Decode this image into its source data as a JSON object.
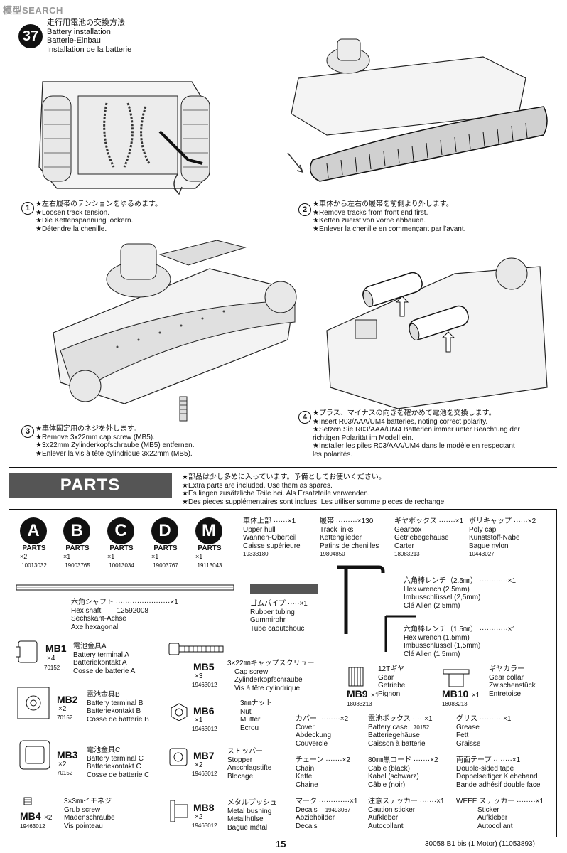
{
  "watermark": "模型SEARCH",
  "step": {
    "number": "37",
    "title_jp": "走行用電池の交換方法",
    "title_en": "Battery installation",
    "title_de": "Batterie-Einbau",
    "title_fr": "Installation de la batterie"
  },
  "instructions": [
    {
      "num": "1",
      "lines": [
        "★左右履帯のテンションをゆるめます。",
        "★Loosen track tension.",
        "★Die Kettenspannung lockern.",
        "★Détendre la chenille."
      ]
    },
    {
      "num": "2",
      "lines": [
        "★車体から左右の履帯を前側より外します。",
        "★Remove tracks from front end first.",
        "★Ketten zuerst von vorne abbauen.",
        "★Enlever la chenille en commençant par l'avant."
      ]
    },
    {
      "num": "3",
      "lines": [
        "★車体固定用のネジを外します。",
        "★Remove 3x22mm cap screw (MB5).",
        "★3x22mm Zylinderkopfschraube (MB5) entfernen.",
        "★Enlever la vis à tête cylindrique 3x22mm (MB5)."
      ]
    },
    {
      "num": "4",
      "lines": [
        "★プラス、マイナスの向きを確かめて電池を交換します。",
        "★Insert R03/AAA/UM4 batteries, noting correct polarity.",
        "★Setzen Sie R03/AAA/UM4 Batterien immer unter Beachtung der",
        "richtigen Polarität im Modell ein.",
        "★Installer les piles R03/AAA/UM4 dans le modèle en respectant",
        "les polarités."
      ]
    }
  ],
  "parts_header": {
    "title": "PARTS",
    "notes": [
      "★部品は少し多めに入っています。予備としてお使いください。",
      "★Extra parts are included. Use them as spares.",
      "★Es liegen zusätzliche Teile bei. Als Ersatzteile verwenden.",
      "★Des pieces supplémentaires sont inclues. Les utiliser somme pieces de rechange."
    ]
  },
  "runners": [
    {
      "letter": "A",
      "label": "PARTS",
      "qty": "×2",
      "code": "10013032"
    },
    {
      "letter": "B",
      "label": "PARTS",
      "qty": "×1",
      "code": "19003765"
    },
    {
      "letter": "C",
      "label": "PARTS",
      "qty": "×1",
      "code": "10013034"
    },
    {
      "letter": "D",
      "label": "PARTS",
      "qty": "×1",
      "code": "19003767"
    },
    {
      "letter": "M",
      "label": "PARTS",
      "qty": "×1",
      "code": "19113043"
    }
  ],
  "large_parts": [
    {
      "jp": "車体上部",
      "qty": "×1",
      "lines": [
        "Upper hull",
        "Wannen-Oberteil",
        "Caisse supérieure"
      ],
      "code": "19333180"
    },
    {
      "jp": "履帯",
      "qty": "×130",
      "lines": [
        "Track links",
        "Kettenglieder",
        "Patins de chenilles"
      ],
      "code": "19804850"
    },
    {
      "jp": "ギヤボックス",
      "qty": "×1",
      "lines": [
        "Gearbox",
        "Getriebegehäuse",
        "Carter"
      ],
      "code": "18083213"
    },
    {
      "jp": "ポリキャップ",
      "qty": "×2",
      "lines": [
        "Poly cap",
        "Kunststoff-Nabe",
        "Bague nylon"
      ],
      "code": "10443027"
    }
  ],
  "shaft": {
    "jp": "六角シャフト",
    "qty": "×1",
    "lines": [
      "Hex shaft",
      "Sechskant-Achse",
      "Axe hexagonal"
    ],
    "code": "12592008"
  },
  "tubing": {
    "jp": "ゴムパイプ",
    "qty": "×1",
    "lines": [
      "Rubber tubing",
      "Gummirohr",
      "Tube caoutchouc"
    ]
  },
  "wrench1": {
    "jp": "六角棒レンチ（2.5㎜）",
    "qty": "×1",
    "lines": [
      "Hex wrench (2.5mm)",
      "Imbusschlüssel (2,5mm)",
      "Clé Allen (2,5mm)"
    ]
  },
  "wrench2": {
    "jp": "六角棒レンチ（1.5㎜）",
    "qty": "×1",
    "lines": [
      "Hex wrench (1.5mm)",
      "Imbusschlüssel (1,5mm)",
      "Clé Allen (1,5mm)"
    ]
  },
  "mb": [
    {
      "id": "MB1",
      "qty": "×4",
      "code": "70152",
      "jp": "電池金具A",
      "lines": [
        "Battery terminal A",
        "Batteriekontakt A",
        "Cosse de batterie A"
      ]
    },
    {
      "id": "MB2",
      "qty": "×2",
      "code": "70152",
      "jp": "電池金具B",
      "lines": [
        "Battery terminal B",
        "Batteriekontakt B",
        "Cosse de batterie B"
      ]
    },
    {
      "id": "MB3",
      "qty": "×2",
      "code": "70152",
      "jp": "電池金具C",
      "lines": [
        "Battery terminal C",
        "Batteriekontakt C",
        "Cosse de batterie C"
      ]
    },
    {
      "id": "MB4",
      "qty": "×2",
      "code": "19463012",
      "jp": "3×3㎜イモネジ",
      "lines": [
        "Grub screw",
        "Madenschraube",
        "Vis pointeau"
      ]
    },
    {
      "id": "MB5",
      "qty": "×3",
      "code": "19463012",
      "jp": "3×22㎜キャップスクリュー",
      "lines": [
        "Cap screw",
        "Zylinderkopfschraube",
        "Vis à tête cylindrique"
      ]
    },
    {
      "id": "MB6",
      "qty": "×1",
      "code": "19463012",
      "jp": "3㎜ナット",
      "lines": [
        "Nut",
        "Mutter",
        "Ecrou"
      ]
    },
    {
      "id": "MB7",
      "qty": "×2",
      "code": "19463012",
      "jp": "ストッパー",
      "lines": [
        "Stopper",
        "Anschlagstifte",
        "Blocage"
      ]
    },
    {
      "id": "MB8",
      "qty": "×2",
      "code": "19463012",
      "jp": "メタルブッシュ",
      "lines": [
        "Metal bushing",
        "Metallhülse",
        "Bague métal"
      ]
    },
    {
      "id": "MB9",
      "qty": "×1",
      "code": "18083213",
      "jp": "12Tギヤ",
      "lines": [
        "Gear",
        "Getriebe",
        "Pignon"
      ]
    },
    {
      "id": "MB10",
      "qty": "×1",
      "code": "18083213",
      "jp": "ギヤカラー",
      "lines": [
        "Gear collar",
        "Zwischenstück",
        "Entretoise"
      ]
    }
  ],
  "small_parts": [
    {
      "jp": "カバー",
      "qty": "×2",
      "lines": [
        "Cover",
        "Abdeckung",
        "Couvercle"
      ],
      "code": ""
    },
    {
      "jp": "電池ボックス",
      "qty": "×1",
      "lines": [
        "Battery case",
        "Batteriegehäuse",
        "Caisson à batterie"
      ],
      "code": "70152"
    },
    {
      "jp": "グリス",
      "qty": "×1",
      "lines": [
        "Grease",
        "Fett",
        "Graisse"
      ],
      "code": ""
    },
    {
      "jp": "チェーン",
      "qty": "×2",
      "lines": [
        "Chain",
        "Kette",
        "Chaine"
      ],
      "code": ""
    },
    {
      "jp": "80㎜黒コード",
      "qty": "×2",
      "lines": [
        "Cable (black)",
        "Kabel (schwarz)",
        "Câble (noir)"
      ],
      "code": ""
    },
    {
      "jp": "両面テープ",
      "qty": "×1",
      "lines": [
        "Double-sided tape",
        "Doppelseitiger Klebeband",
        "Bande adhésif double face"
      ],
      "code": ""
    },
    {
      "jp": "マーク",
      "qty": "×1",
      "lines": [
        "Decals",
        "Abziehbilder",
        "Decals"
      ],
      "code": "19493067"
    },
    {
      "jp": "注意ステッカー",
      "qty": "×1",
      "lines": [
        "Caution sticker",
        "Aufkleber",
        "Autocollant"
      ],
      "code": ""
    },
    {
      "jp": "WEEE ステッカー",
      "qty": "×1",
      "lines": [
        "Sticker",
        "Aufkleber",
        "Autocollant"
      ],
      "code": ""
    }
  ],
  "page_number": "15",
  "footer": "30058 B1 bis (1 Motor) (11053893)"
}
